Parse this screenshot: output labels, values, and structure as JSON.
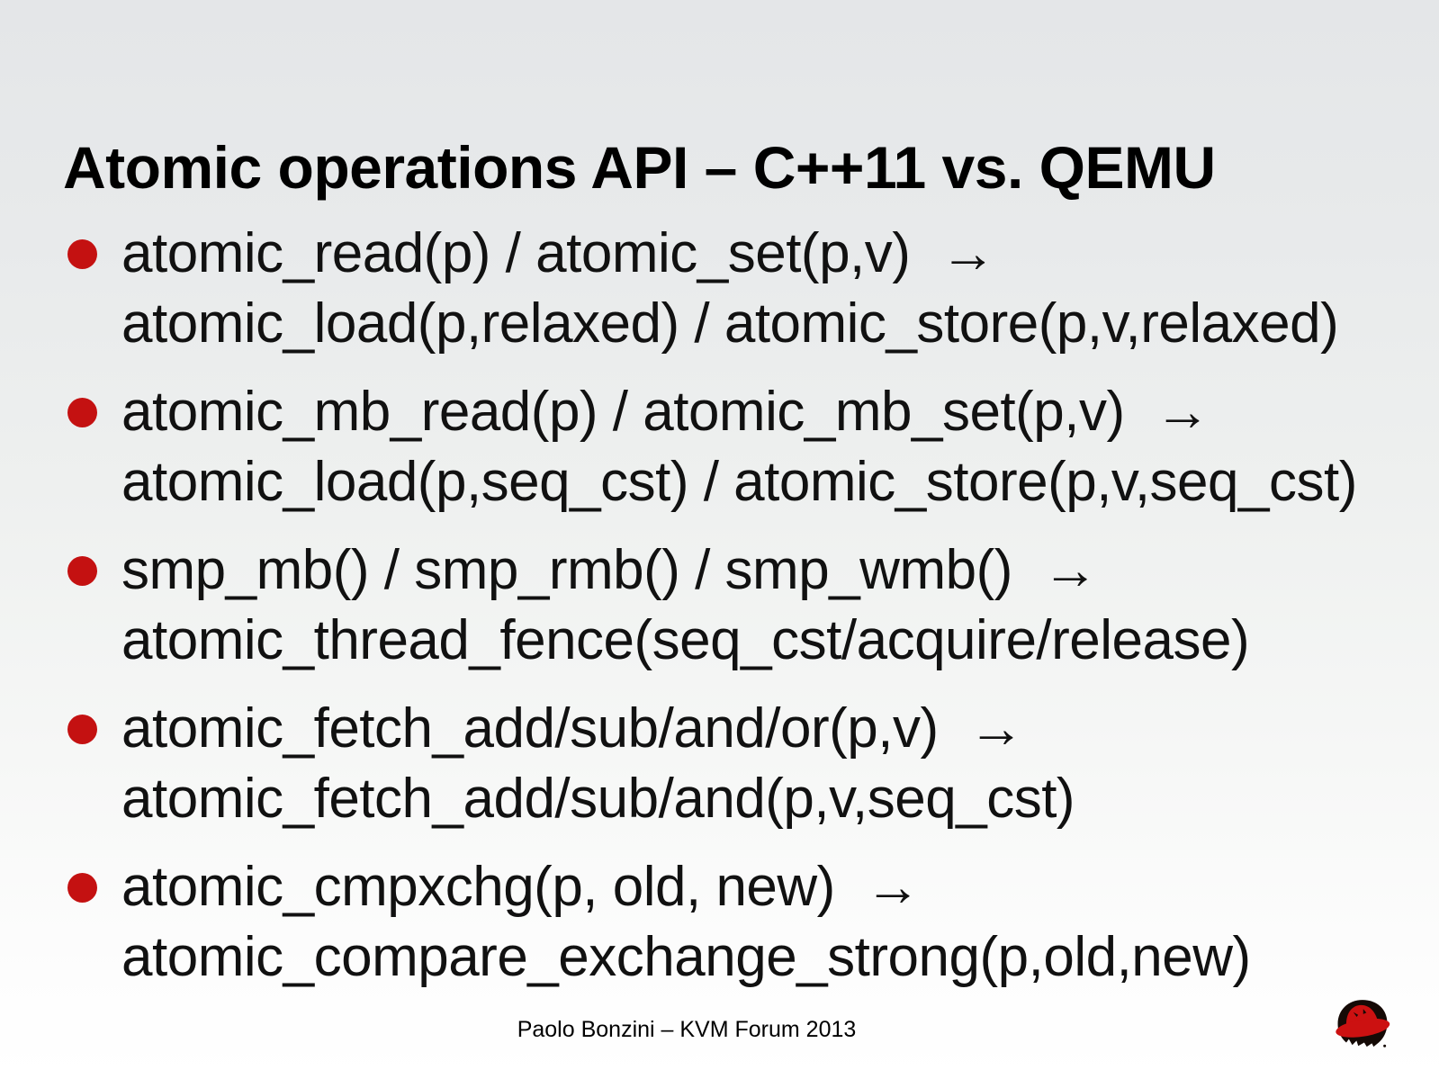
{
  "slide": {
    "title": "Atomic operations API – C++11 vs. QEMU",
    "bullets": [
      {
        "line1": "atomic_read(p) / atomic_set(p,v)  →",
        "line2": "atomic_load(p,relaxed) / atomic_store(p,v,relaxed)"
      },
      {
        "line1": "atomic_mb_read(p) / atomic_mb_set(p,v)  →",
        "line2": "atomic_load(p,seq_cst) / atomic_store(p,v,seq_cst)"
      },
      {
        "line1": "smp_mb() / smp_rmb() / smp_wmb()  →",
        "line2": "atomic_thread_fence(seq_cst/acquire/release)"
      },
      {
        "line1": "atomic_fetch_add/sub/and/or(p,v)  →",
        "line2": "atomic_fetch_add/sub/and(p,v,seq_cst)"
      },
      {
        "line1": "atomic_cmpxchg(p, old, new)  →",
        "line2": "atomic_compare_exchange_strong(p,old,new)"
      }
    ],
    "footer": "Paolo Bonzini – KVM Forum 2013",
    "logo_name": "redhat-shadowman-logo",
    "colors": {
      "bullet": "#c41111",
      "title_text": "#000000",
      "body_text": "#111111",
      "background_top": "#e4e6e8",
      "background_bottom": "#ffffff",
      "logo_red": "#cc1111",
      "logo_black": "#150a06"
    }
  }
}
